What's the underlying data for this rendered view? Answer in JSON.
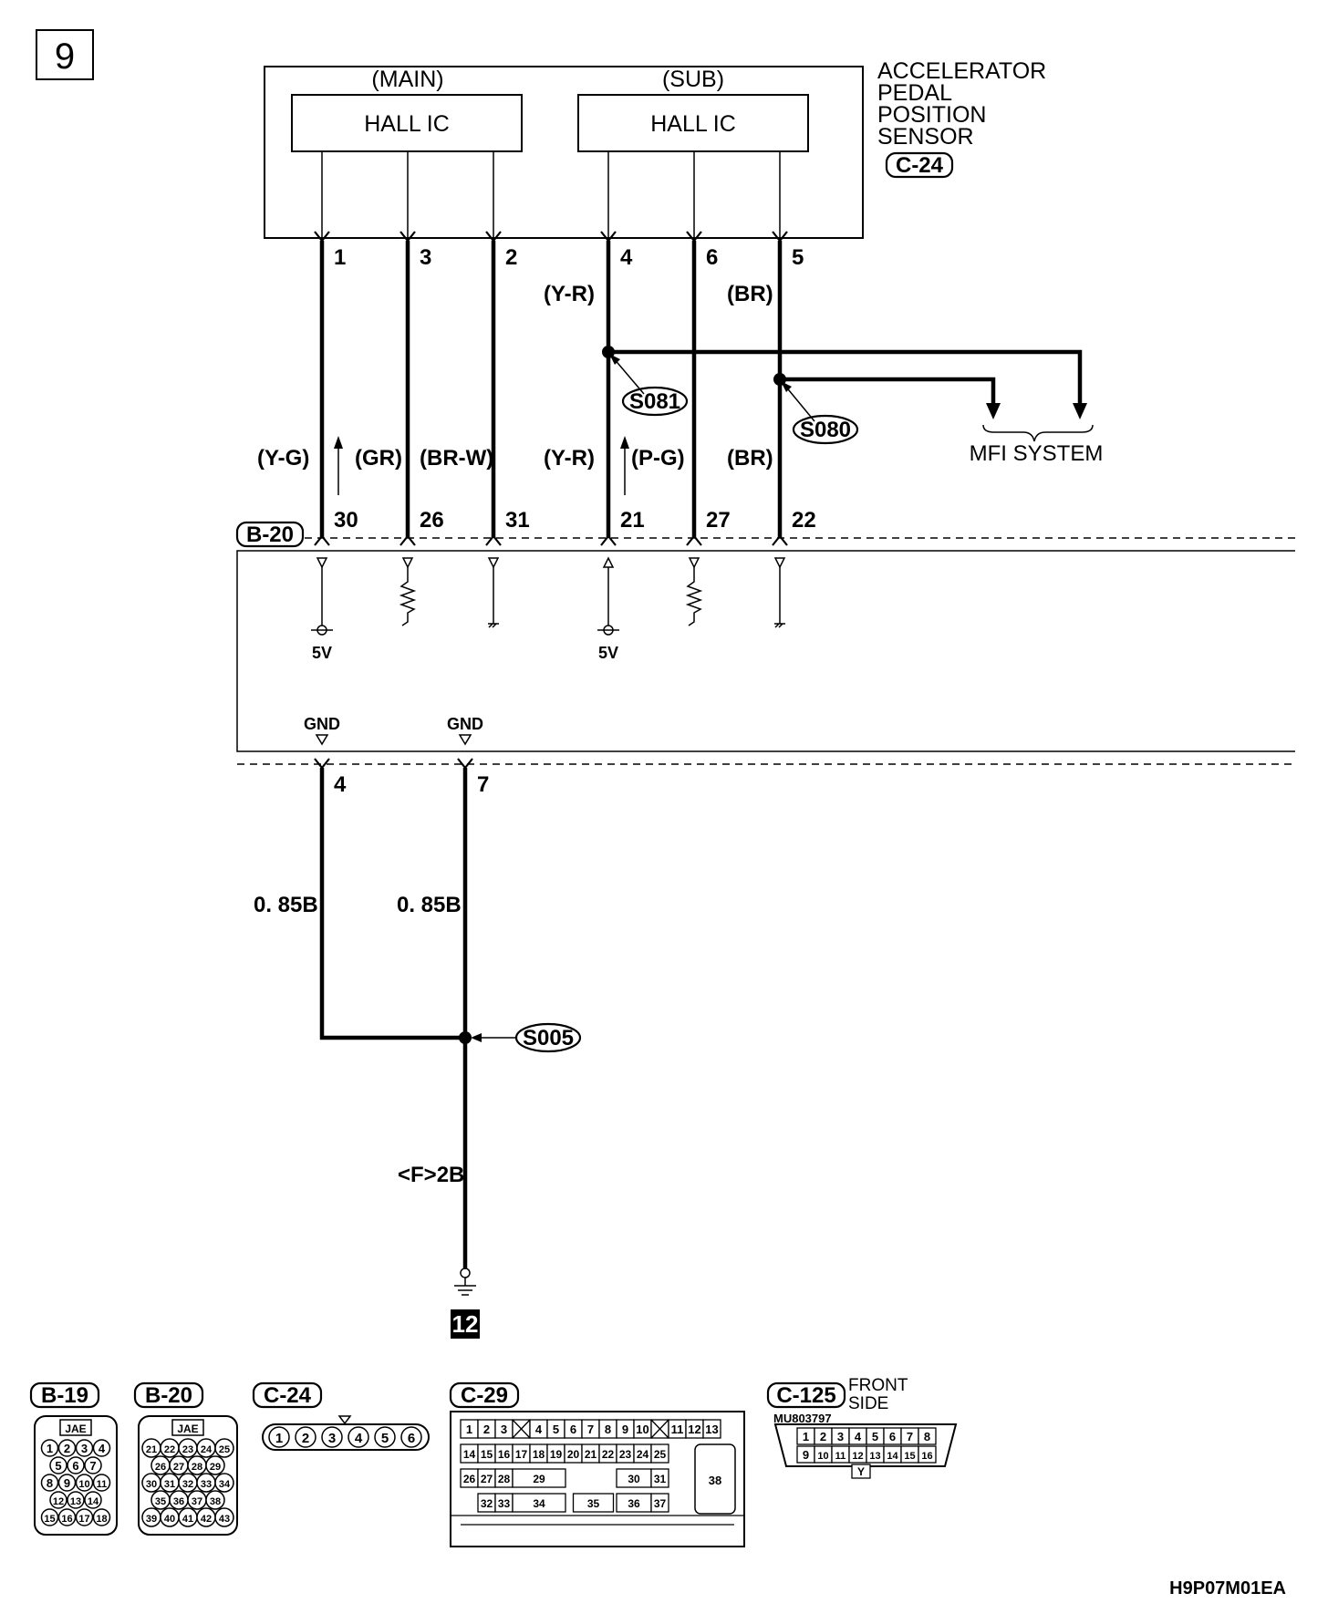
{
  "page_number": "9",
  "sensor": {
    "name_lines": [
      "ACCELERATOR",
      "PEDAL",
      "POSITION",
      "SENSOR"
    ],
    "connector": "C-24",
    "main_label": "(MAIN)",
    "sub_label": "(SUB)",
    "ic_label": "HALL IC",
    "pins": [
      "1",
      "3",
      "2",
      "4",
      "6",
      "5"
    ]
  },
  "wire_colors_upper": [
    "(Y-R)",
    "(BR)"
  ],
  "splices": {
    "s081": "S081",
    "s080": "S080",
    "s005": "S005"
  },
  "mfi_label": "MFI SYSTEM",
  "wire_colors_lower": [
    "(Y-G)",
    "(GR)",
    "(BR-W)",
    "(Y-R)",
    "(P-G)",
    "(BR)"
  ],
  "ecu": {
    "connector": "B-20",
    "pins": [
      "30",
      "26",
      "31",
      "21",
      "27",
      "22"
    ],
    "voltage_labels": [
      "5V",
      "5V"
    ],
    "gnd_labels": [
      "GND",
      "GND"
    ],
    "gnd_pins": [
      "4",
      "7"
    ]
  },
  "ground_wires": [
    "0. 85B",
    "0. 85B"
  ],
  "ground_wire_main": "<F>2B",
  "ground_number": "12",
  "connectors": {
    "b19": {
      "label": "B-19",
      "maker": "JAE",
      "rows": [
        [
          "1",
          "2",
          "3",
          "4"
        ],
        [
          "5",
          "6",
          "7"
        ],
        [
          "8",
          "9",
          "10",
          "11"
        ],
        [
          "12",
          "13",
          "14"
        ],
        [
          "15",
          "16",
          "17",
          "18"
        ]
      ]
    },
    "b20": {
      "label": "B-20",
      "maker": "JAE",
      "rows": [
        [
          "21",
          "22",
          "23",
          "24",
          "25"
        ],
        [
          "26",
          "27",
          "28",
          "29"
        ],
        [
          "30",
          "31",
          "32",
          "33",
          "34"
        ],
        [
          "35",
          "36",
          "37",
          "38"
        ],
        [
          "39",
          "40",
          "41",
          "42",
          "43"
        ]
      ]
    },
    "c24": {
      "label": "C-24",
      "pins": [
        "1",
        "2",
        "3",
        "4",
        "5",
        "6"
      ]
    },
    "c29": {
      "label": "C-29",
      "cells": [
        "1",
        "2",
        "3",
        "4",
        "5",
        "6",
        "7",
        "8",
        "9",
        "10",
        "11",
        "12",
        "13",
        "14",
        "15",
        "16",
        "17",
        "18",
        "19",
        "20",
        "21",
        "22",
        "23",
        "24",
        "25",
        "26",
        "27",
        "28",
        "29",
        "30",
        "31",
        "32",
        "33",
        "34",
        "35",
        "36",
        "37",
        "38"
      ]
    },
    "c125": {
      "label": "C-125",
      "part_no": "MU803797",
      "side": [
        "FRONT",
        "SIDE"
      ],
      "row1": [
        "1",
        "2",
        "3",
        "4",
        "5",
        "6",
        "7",
        "8"
      ],
      "row2": [
        "9",
        "10",
        "11",
        "12",
        "13",
        "14",
        "15",
        "16"
      ],
      "key": "Y"
    }
  },
  "figure_code": "H9P07M01EA"
}
